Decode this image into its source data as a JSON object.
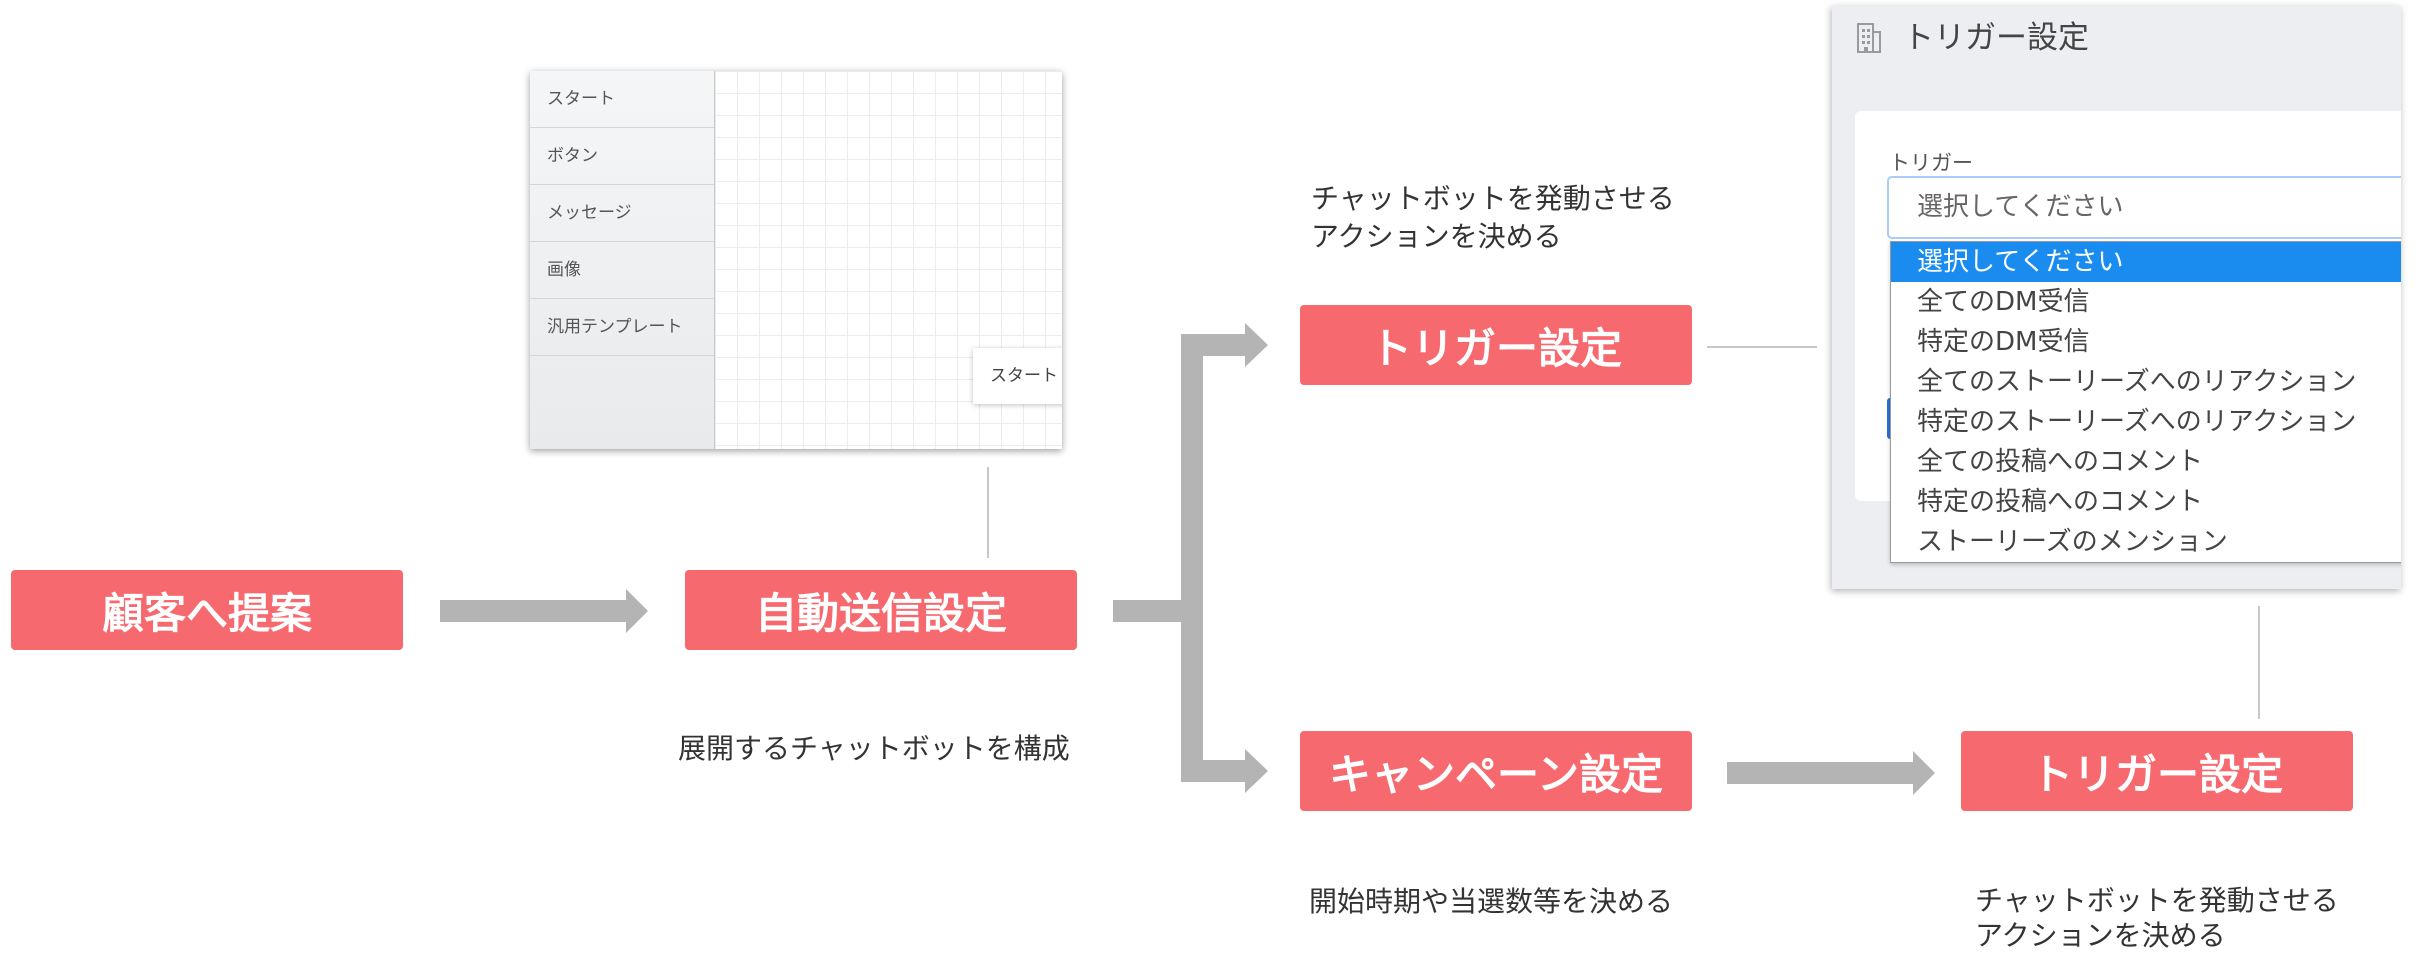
{
  "flow": {
    "proposal": "顧客へ提案",
    "auto_send": "自動送信設定",
    "auto_send_caption": "展開するチャットボットを構成",
    "trigger_top": {
      "label": "トリガー設定",
      "caption": [
        "チャットボットを発動させる",
        "アクションを決める"
      ]
    },
    "campaign": {
      "label": "キャンペーン設定",
      "caption": "開始時期や当選数等を決める"
    },
    "trigger_bottom": {
      "label": "トリガー設定",
      "caption": [
        "チャットボットを発動させる",
        "アクションを決める"
      ]
    }
  },
  "builder_preview": {
    "sidebar_items": [
      "スタート",
      "ボタン",
      "メッセージ",
      "画像",
      "汎用テンプレート"
    ],
    "node_label": "スタート"
  },
  "trigger_panel": {
    "title_icon": "building-icon",
    "title": "トリガー設定",
    "field_label": "トリガー",
    "selected_value": "選択してください",
    "options": [
      "選択してください",
      "全てのDM受信",
      "特定のDM受信",
      "全てのストーリーズへのリアクション",
      "特定のストーリーズへのリアクション",
      "全ての投稿へのコメント",
      "特定の投稿へのコメント",
      "ストーリーズのメンション"
    ]
  },
  "colors": {
    "accent": "#f66a6f",
    "arrow": "#b4b4b4",
    "line": "#c8c8c8",
    "highlight": "#1a8cf0"
  }
}
